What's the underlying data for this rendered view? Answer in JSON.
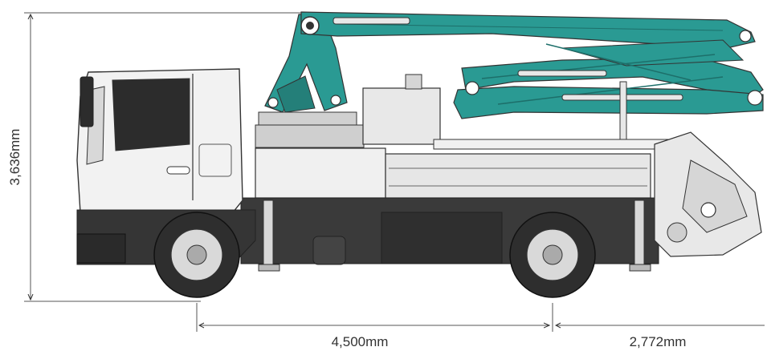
{
  "dimensions": {
    "height": "3,636mm",
    "wheelbase": "4,500mm",
    "rear_overhang": "2,772mm"
  },
  "colors": {
    "boom": "#2a9a93",
    "boom_dark": "#1d6f6a",
    "cab": "#f2f2f2",
    "chassis": "#3a3a3a",
    "tire": "#2e2e2e",
    "line": "#333333",
    "body_light": "#e4e4e4"
  }
}
